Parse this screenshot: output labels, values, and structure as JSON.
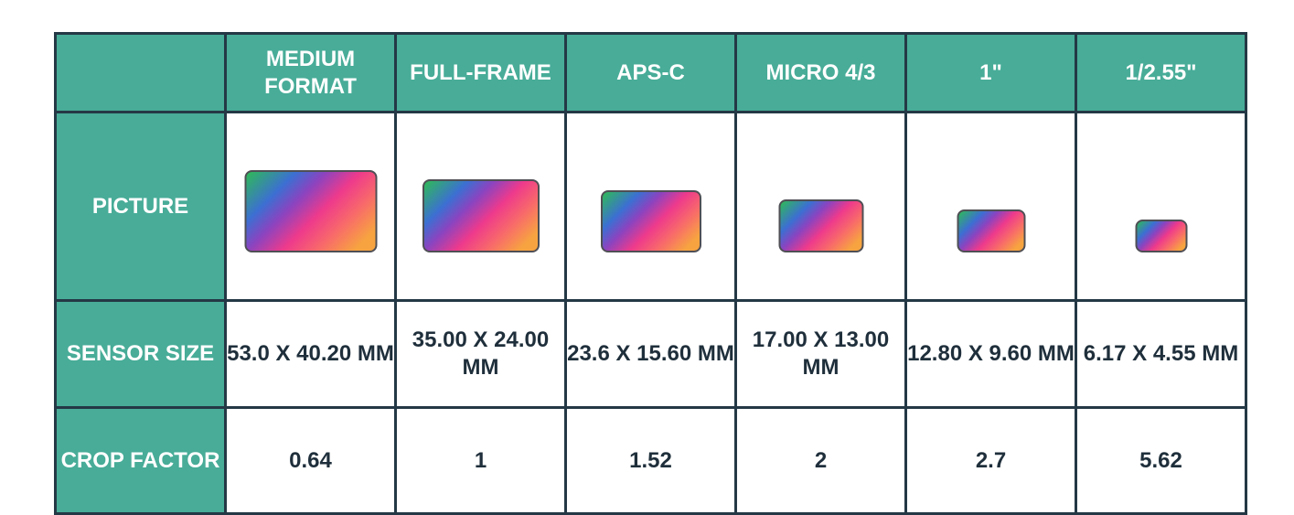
{
  "table": {
    "columns": [
      "MEDIUM FORMAT",
      "FULL-FRAME",
      "APS-C",
      "MICRO 4/3",
      "1\"",
      "1/2.55\""
    ],
    "row_labels": {
      "picture": "PICTURE",
      "sensor_size": "SENSOR SIZE",
      "crop_factor": "CROP FACTOR"
    },
    "sensor_sizes": [
      "53.0 X 40.20 MM",
      "35.00 X 24.00 MM",
      "23.6 X 15.60 MM",
      "17.00 X 13.00 MM",
      "12.80 X 9.60 MM",
      "6.17 X 4.55 MM"
    ],
    "crop_factors": [
      "0.64",
      "1",
      "1.52",
      "2",
      "2.7",
      "5.62"
    ]
  },
  "colors": {
    "header_bg": "#48ac98",
    "border": "#243845",
    "text_dark": "#1f2f3b"
  },
  "icons": [
    "sensor-gradient-icon"
  ]
}
